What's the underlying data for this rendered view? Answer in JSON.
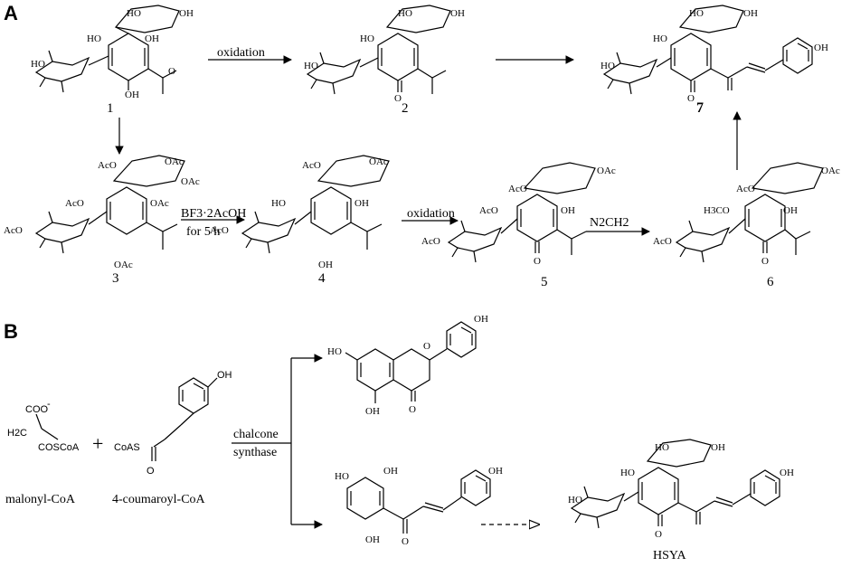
{
  "panels": {
    "a": "A",
    "b": "B"
  },
  "compounds": {
    "c1": "1",
    "c2": "2",
    "c3": "3",
    "c4": "4",
    "c5": "5",
    "c6": "6",
    "c7": "7"
  },
  "reagents": {
    "oxidation_top": "oxidation",
    "bf3": "BF3·2AcOH",
    "for5h": "for 5 h",
    "oxidation_mid": "oxidation",
    "n2ch2": "N2CH2",
    "chalcone": "chalcone",
    "synthase": "synthase"
  },
  "names": {
    "malonyl": "malonyl-CoA",
    "coumaroyl": "4-coumaroyl-CoA",
    "hsya": "HSYA",
    "plus": "+"
  },
  "groups": {
    "oh": "OH",
    "ho": "HO",
    "oac": "OAc",
    "aco": "AcO",
    "o": "O",
    "h3co": "H3CO",
    "coas": "CoAS",
    "coo": "COO",
    "minus": "-",
    "h2c": "H2C",
    "coscoa": "COSCoA"
  }
}
